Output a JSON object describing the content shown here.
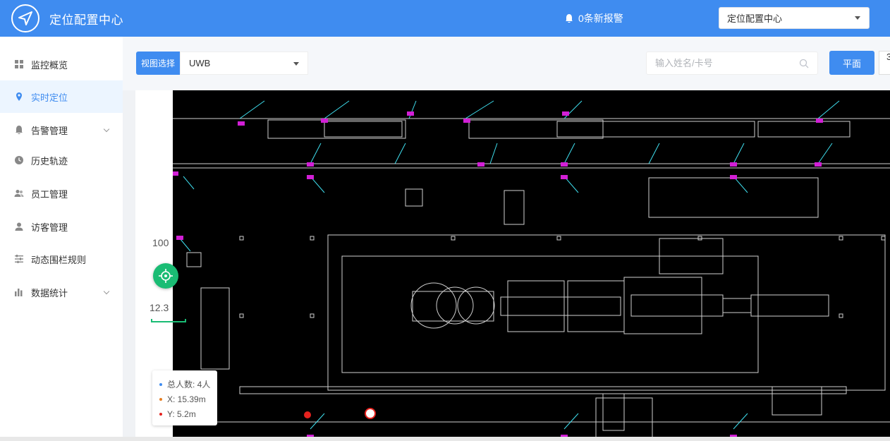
{
  "header": {
    "app_title": "定位配置中心",
    "alarm_text": "0条新报警",
    "center_select_value": "定位配置中心",
    "logo_icon": "navigation-arrow-icon"
  },
  "sidebar": {
    "items": [
      {
        "label": "监控概览",
        "icon": "grid-icon",
        "active": false,
        "expandable": false
      },
      {
        "label": "实时定位",
        "icon": "location-pin-icon",
        "active": true,
        "expandable": false
      },
      {
        "label": "告警管理",
        "icon": "bell-icon",
        "active": false,
        "expandable": true
      },
      {
        "label": "历史轨迹",
        "icon": "clock-icon",
        "active": false,
        "expandable": false
      },
      {
        "label": "员工管理",
        "icon": "users-icon",
        "active": false,
        "expandable": false
      },
      {
        "label": "访客管理",
        "icon": "user-icon",
        "active": false,
        "expandable": false
      },
      {
        "label": "动态围栏规则",
        "icon": "list-rules-icon",
        "active": false,
        "expandable": false
      },
      {
        "label": "数据统计",
        "icon": "bar-chart-icon",
        "active": false,
        "expandable": true
      }
    ]
  },
  "toolbar": {
    "view_label": "视图选择",
    "view_value": "UWB",
    "search_placeholder": "输入姓名/卡号",
    "plane_button": "平面",
    "next_button_partial": "3"
  },
  "map": {
    "scale_top": "100",
    "scale_bottom": "12.3"
  },
  "info_card": {
    "total": "总人数: 4人",
    "x": "X: 15.39m",
    "y": "Y: 5.2m"
  },
  "colors": {
    "brand": "#3f8cf0",
    "locate": "#1abc74",
    "alert": "#e5221e",
    "cad_cyan": "#3fe0f0",
    "cad_magenta": "#d21fd6"
  }
}
